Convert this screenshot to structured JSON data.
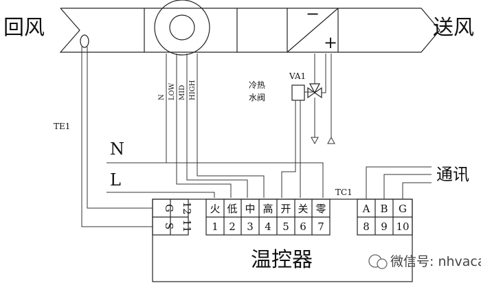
{
  "labels": {
    "return_air": "回风",
    "supply_air": "送风",
    "valve_title_line1": "冷热",
    "valve_title_line2": "水阀",
    "valve_id": "VA1",
    "sensor_id": "TE1",
    "neutral_line": "N",
    "live_line": "L",
    "thermostat_id": "TC1",
    "comm": "通讯",
    "controller": "温控器",
    "coil_minus": "−",
    "coil_plus": "+"
  },
  "fan_wires": [
    "N",
    "LOW",
    "MID",
    "HIGH"
  ],
  "sensor_terminals": {
    "top": [
      "G",
      "12"
    ],
    "bottom": [
      "S",
      "11"
    ]
  },
  "terminals": [
    {
      "name": "火",
      "num": "1"
    },
    {
      "name": "低",
      "num": "2"
    },
    {
      "name": "中",
      "num": "3"
    },
    {
      "name": "高",
      "num": "4"
    },
    {
      "name": "开",
      "num": "5"
    },
    {
      "name": "关",
      "num": "6"
    },
    {
      "name": "零",
      "num": "7"
    }
  ],
  "comm_terminals": [
    {
      "name": "A",
      "num": "8"
    },
    {
      "name": "B",
      "num": "9"
    },
    {
      "name": "G",
      "num": "10"
    }
  ],
  "watermark": "微信号: nhvaca"
}
